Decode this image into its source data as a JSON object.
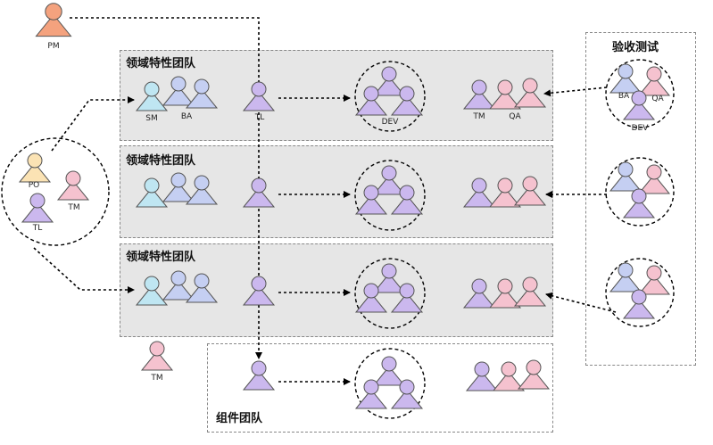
{
  "team1": {
    "title": "领域特性团队"
  },
  "team2": {
    "title": "领域特性团队"
  },
  "team3": {
    "title": "领域特性团队"
  },
  "component": {
    "title": "组件团队"
  },
  "acceptance": {
    "title": "验收测试"
  },
  "labels": {
    "pm": "PM",
    "po": "PO",
    "tm": "TM",
    "tl": "TL",
    "sm": "SM",
    "ba": "BA",
    "qa": "QA",
    "dev": "DEV"
  },
  "colors": {
    "orange": "#f4a27e",
    "yellow": "#fbe3b4",
    "pink": "#f5c2cf",
    "purple": "#cbb8ee",
    "blue": "#c5cff2",
    "cyan": "#bfe6f2",
    "box_gray": "#e6e6e6",
    "line": "#000000"
  }
}
